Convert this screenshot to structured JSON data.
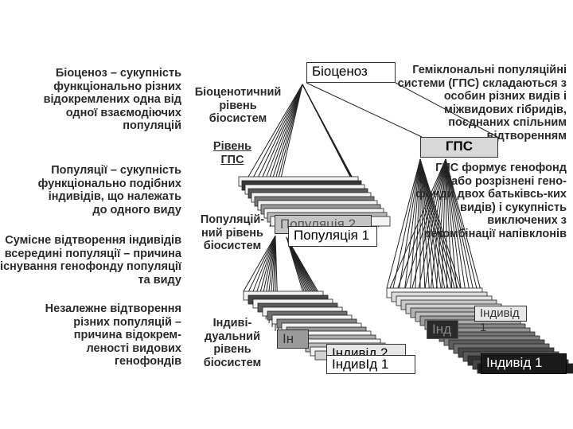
{
  "left_notes": {
    "biocenosis_def": "Біоценоз – сукупність функціонально різних відокремлених одна від одної взаємодіючих популяцій",
    "population_def": "Популяції – сукупність функціонально подібних індивідів, що належать до одного виду",
    "joint_reproduction": "Сумісне відтворення індивідів всередині популяції – причина існування генофонду популяції та виду",
    "independent_reproduction": "Незалежне відтворення різних популяцій – причина відокрем-леності видових генофондів"
  },
  "levels": {
    "biocenotic": "Біоценотичний рівень біосистем",
    "gps": "Рівень ГПС",
    "population": "Популяцій-ний рівень біосистем",
    "individual": "Індиві-дуальний рівень біосистем"
  },
  "right_notes": {
    "gps_def": "Геміклональні популяційні системи (ГПС) складаються з особин різних видів і міжвидових гібридів, поєднаних спільним відтворенням",
    "gps_gene_pool": "ГПС формує генофонд (або розрізнені гено-фонди двох батьківсь-ких видів) і сукупність виключених з рекомбінації напівклонів"
  },
  "boxes": {
    "biocenosis": "Біоценоз",
    "gps": "ГПС",
    "population_2": "Популяція 2",
    "population_1": "Популяція 1",
    "individ_2_mid": "Індивід 2",
    "individ_1_mid": "ІндивІд 1",
    "individ_partial_left": "Ін",
    "individ_partial_right": "Інд",
    "individ_right_back": "Індивід 1",
    "individ_1_right": "Індивід 1"
  },
  "colors": {
    "text": "#2a2a2a",
    "gps_box": "#d8d8d8",
    "dark_box": "#1a1a1a"
  }
}
